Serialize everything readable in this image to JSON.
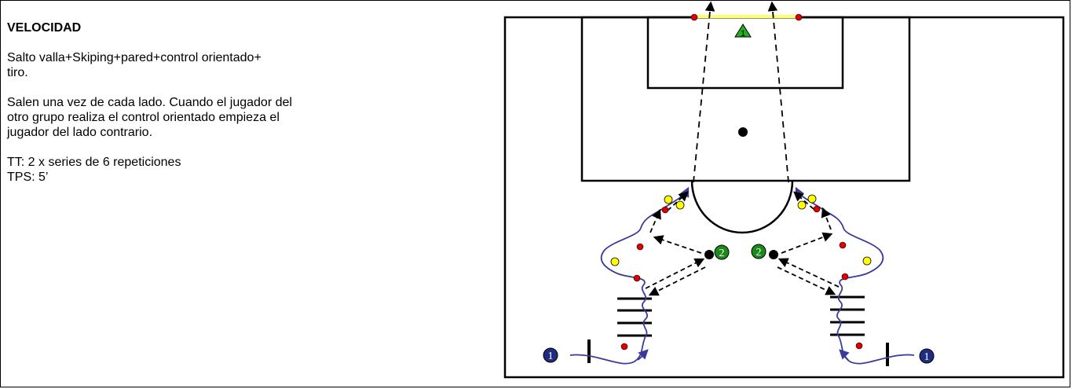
{
  "drill": {
    "title": "VELOCIDAD",
    "description": "Salto valla+Skiping+pared+control orientado+\ntiro.",
    "instructions": "Salen una vez de cada lado. Cuando el  jugador del\notro grupo realiza el control orientado empieza el\njugador del lado contrario.",
    "load": "TT:  2 x series de 6 repeticiones\nTPS:  5’"
  },
  "diagram": {
    "player_start_left": "1",
    "player_start_right": "1",
    "player_wall_left": "2",
    "player_wall_right": "2",
    "goalkeeper": "1",
    "colors": {
      "pitch_line": "#000000",
      "goal": "#ffff66",
      "red_cone": "#e00000",
      "yellow_cone": "#ffff00",
      "player_blue": "#202c80",
      "player_green": "#1a8a1a",
      "run_path": "#3a3a9a"
    }
  }
}
